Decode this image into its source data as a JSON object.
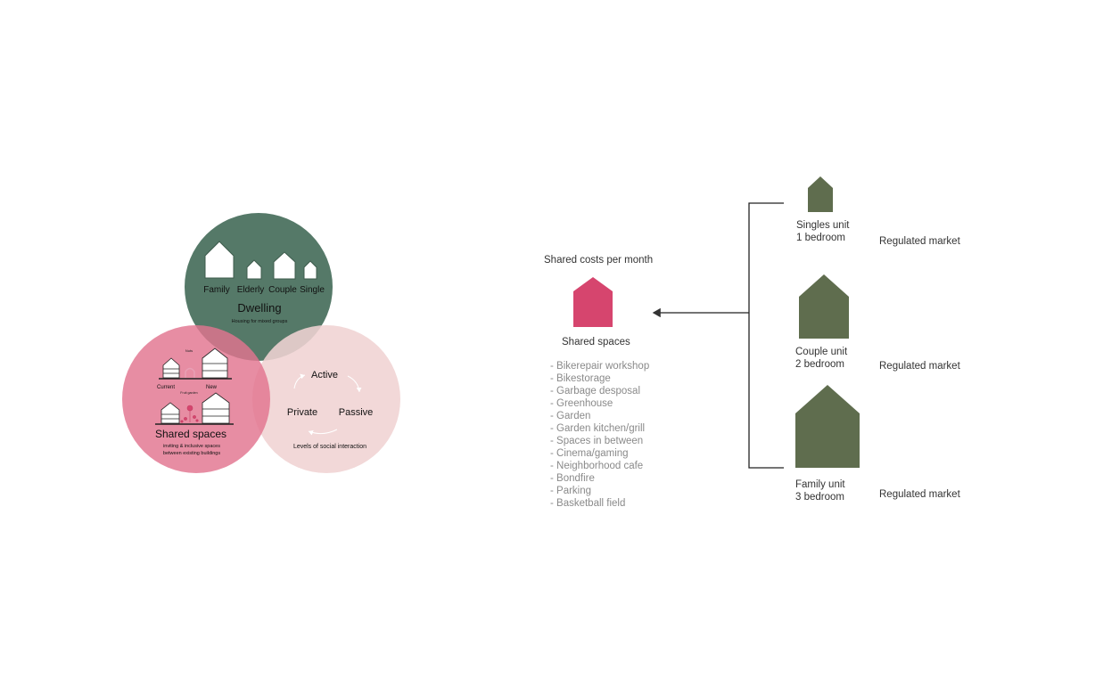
{
  "venn": {
    "dwelling": {
      "title": "Dwelling",
      "subtitle": "Housing for mixed groups",
      "houses": [
        "Family",
        "Elderly",
        "Couple",
        "Single"
      ],
      "color": "#4f7563"
    },
    "shared": {
      "title": "Shared spaces",
      "subtitle_line1": "inviting & inclusive spaces",
      "subtitle_line2": "between existing buildings",
      "label_current": "Current",
      "label_new": "New",
      "label_small_top": "Nuts",
      "label_small_mid": "Fruit garden",
      "color": "#e2748f"
    },
    "social": {
      "active": "Active",
      "private": "Private",
      "passive": "Passive",
      "caption": "Levels of social interaction",
      "color": "#f0d3d3"
    }
  },
  "shared_costs": {
    "title": "Shared costs per month",
    "house_label": "Shared spaces",
    "house_color": "#d6456e",
    "items": [
      "- Bikerepair workshop",
      "- Bikestorage",
      "- Garbage desposal",
      "- Greenhouse",
      "- Garden",
      "- Garden kitchen/grill",
      "- Spaces in between",
      "- Cinema/gaming",
      "- Neighborhood cafe",
      "- Bondfire",
      "- Parking",
      "- Basketball field"
    ]
  },
  "units": {
    "color": "#5f6d4e",
    "list": [
      {
        "line1": "Singles unit",
        "line2": "1 bedroom",
        "market": "Regulated market"
      },
      {
        "line1": "Couple unit",
        "line2": "2 bedroom",
        "market": "Regulated market"
      },
      {
        "line1": "Family unit",
        "line2": "3 bedroom",
        "market": "Regulated market"
      }
    ]
  }
}
